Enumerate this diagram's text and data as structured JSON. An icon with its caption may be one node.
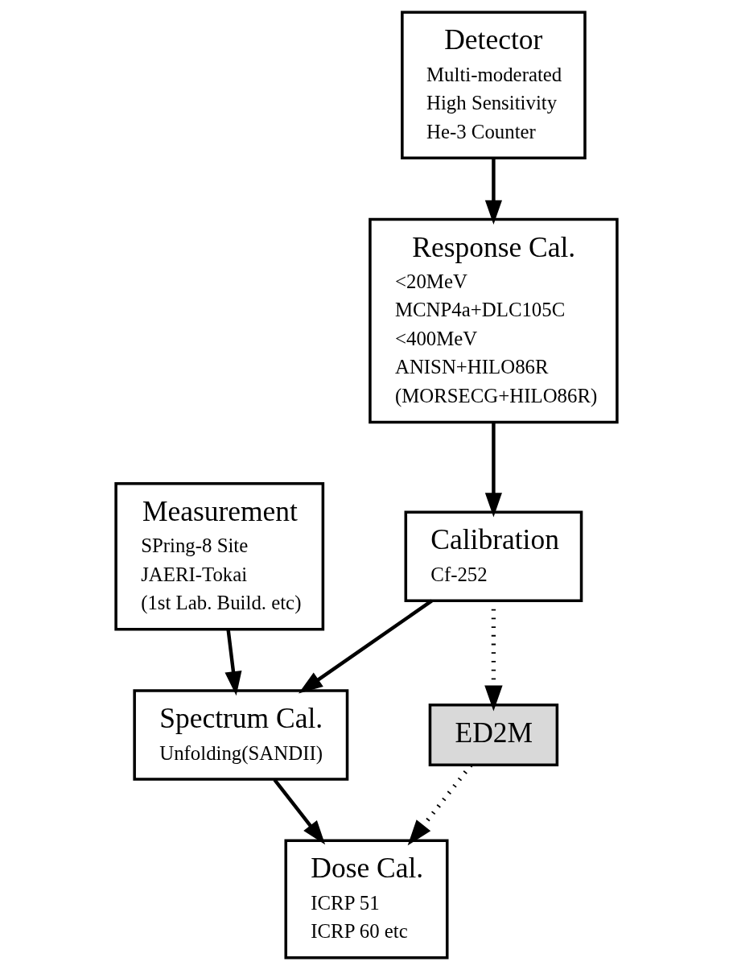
{
  "diagram": {
    "nodes": [
      {
        "text": [
          "Detector",
          "Multi-moderated",
          "High Sensitivity",
          "He-3 Counter"
        ]
      },
      {
        "text": [
          "Response Cal.",
          "<20MeV",
          "MCNP4a+DLC105C",
          "<400MeV",
          "ANISN+HILO86R",
          "(MORSECG+HILO86R)"
        ]
      },
      {
        "text": [
          "Measurement",
          "SPring-8 Site",
          "JAERI-Tokai",
          "(1st Lab. Build. etc)"
        ]
      },
      {
        "text": [
          "Calibration",
          "Cf-252"
        ]
      },
      {
        "text": [
          "Spectrum Cal.",
          "Unfolding(SANDII)"
        ]
      },
      {
        "text": [
          "ED2M"
        ]
      },
      {
        "text": [
          "Dose Cal.",
          "ICRP 51",
          "ICRP 60 etc"
        ]
      }
    ],
    "edges": [
      {
        "from": 0,
        "to": 1,
        "arrow": "to"
      },
      {
        "from": 1,
        "to": 3,
        "arrow": "to"
      },
      {
        "from": 3,
        "to": 4,
        "arrow": "to"
      },
      {
        "from": 2,
        "to": 4,
        "arrow": "to"
      },
      {
        "from": 3,
        "to": 5,
        "arrow": "to",
        "style": "dashed"
      },
      {
        "from": 4,
        "to": 6,
        "arrow": "to"
      },
      {
        "from": 5,
        "to": 6,
        "arrow": "to",
        "style": "dashed"
      }
    ]
  }
}
